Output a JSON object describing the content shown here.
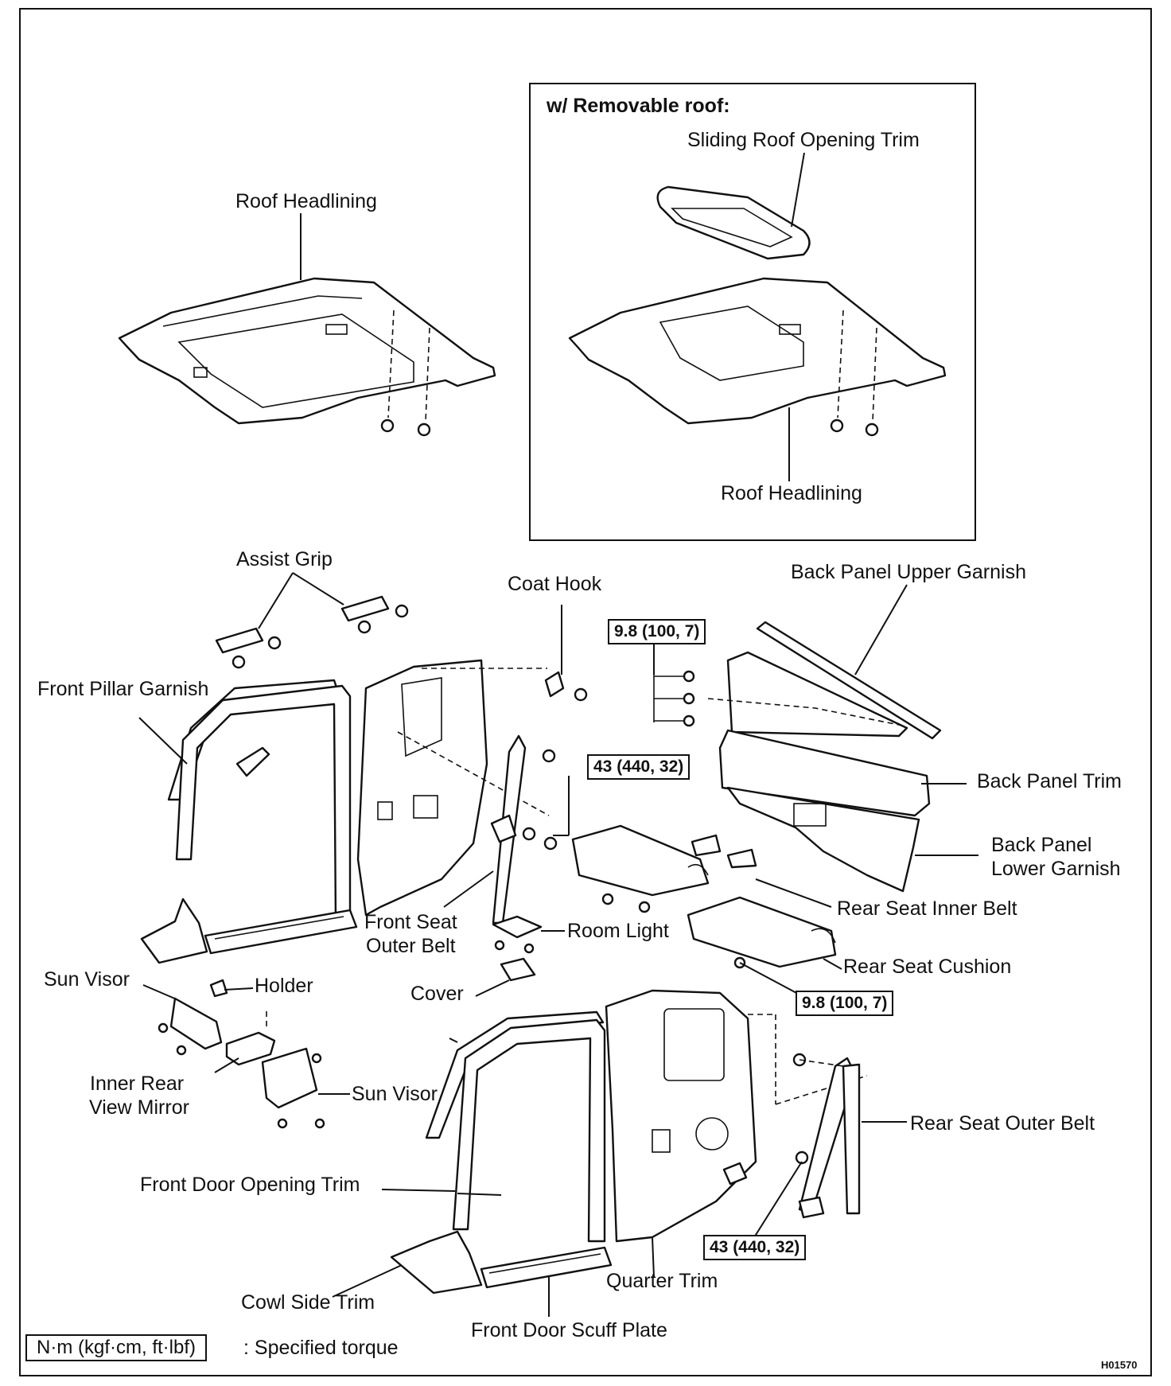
{
  "inset": {
    "title": "w/ Removable roof:"
  },
  "labels": {
    "roof_headlining": "Roof Headlining",
    "sliding_roof_opening_trim": "Sliding Roof Opening Trim",
    "roof_headlining_inset": "Roof Headlining",
    "assist_grip": "Assist Grip",
    "coat_hook": "Coat Hook",
    "back_panel_upper_garnish": "Back Panel Upper Garnish",
    "front_pillar_garnish": "Front Pillar Garnish",
    "back_panel_trim": "Back Panel Trim",
    "back_panel_lower_garnish_1": "Back Panel",
    "back_panel_lower_garnish_2": "Lower Garnish",
    "rear_seat_inner_belt": "Rear Seat Inner Belt",
    "front_seat_outer_belt_1": "Front Seat",
    "front_seat_outer_belt_2": "Outer Belt",
    "room_light": "Room Light",
    "rear_seat_cushion": "Rear Seat Cushion",
    "sun_visor_left": "Sun Visor",
    "holder": "Holder",
    "cover": "Cover",
    "inner_rear_view_mirror_1": "Inner Rear",
    "inner_rear_view_mirror_2": "View Mirror",
    "sun_visor_right": "Sun Visor",
    "rear_seat_outer_belt": "Rear Seat Outer Belt",
    "front_door_opening_trim": "Front Door Opening Trim",
    "quarter_trim": "Quarter Trim",
    "cowl_side_trim": "Cowl Side Trim",
    "front_door_scuff_plate": "Front Door Scuff Plate"
  },
  "torques": {
    "t1": "9.8 (100, 7)",
    "t2": "43 (440, 32)",
    "t3": "9.8 (100, 7)",
    "t4": "43 (440, 32)"
  },
  "legend": {
    "box": "N·m (kgf·cm, ft·lbf)",
    "text": ": Specified torque"
  },
  "figure_code": "H01570"
}
